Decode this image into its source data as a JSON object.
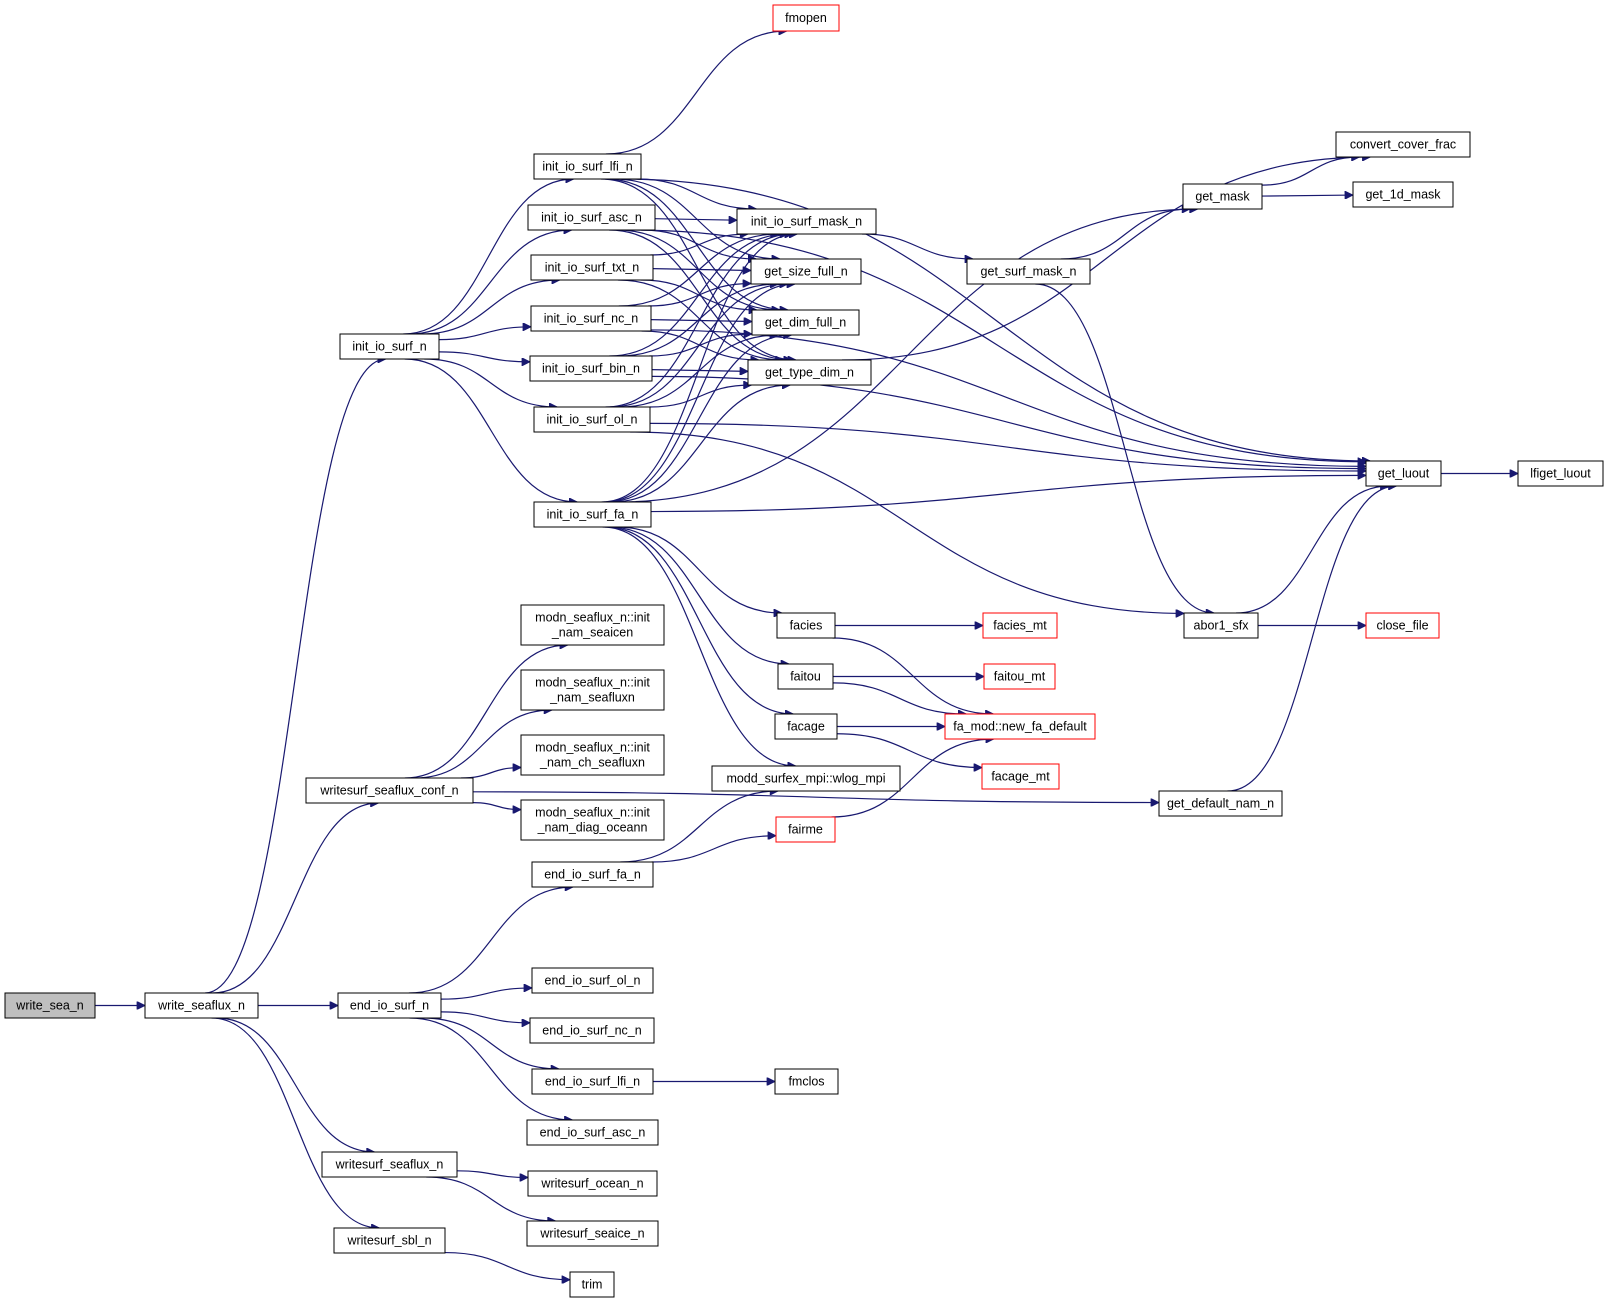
{
  "title": "Call graph of write_sea_n",
  "colors": {
    "edge": "#191970",
    "root_fill": "#bfbfbf",
    "node_border": "#000000",
    "external_border": "#ff0000",
    "node_fill": "#ffffff"
  },
  "nodes": [
    {
      "id": "write_sea_n",
      "label": "write_sea_n",
      "type": "root"
    },
    {
      "id": "write_seaflux_n",
      "label": "write_seaflux_n"
    },
    {
      "id": "init_io_surf_n",
      "label": "init_io_surf_n"
    },
    {
      "id": "writesurf_seaflux_conf_n",
      "label": "writesurf_seaflux_conf_n"
    },
    {
      "id": "end_io_surf_n",
      "label": "end_io_surf_n"
    },
    {
      "id": "writesurf_seaflux_n",
      "label": "writesurf_seaflux_n"
    },
    {
      "id": "writesurf_sbl_n",
      "label": "writesurf_sbl_n"
    },
    {
      "id": "init_io_surf_lfi_n",
      "label": "init_io_surf_lfi_n"
    },
    {
      "id": "init_io_surf_asc_n",
      "label": "init_io_surf_asc_n"
    },
    {
      "id": "init_io_surf_txt_n",
      "label": "init_io_surf_txt_n"
    },
    {
      "id": "init_io_surf_nc_n",
      "label": "init_io_surf_nc_n"
    },
    {
      "id": "init_io_surf_bin_n",
      "label": "init_io_surf_bin_n"
    },
    {
      "id": "init_io_surf_ol_n",
      "label": "init_io_surf_ol_n"
    },
    {
      "id": "init_io_surf_fa_n",
      "label": "init_io_surf_fa_n"
    },
    {
      "id": "init_nam_seaicen",
      "label": "modn_seaflux_n::init\n_nam_seaicen"
    },
    {
      "id": "init_nam_seafluxn",
      "label": "modn_seaflux_n::init\n_nam_seafluxn"
    },
    {
      "id": "init_nam_ch_seafluxn",
      "label": "modn_seaflux_n::init\n_nam_ch_seafluxn"
    },
    {
      "id": "init_nam_diag_oceann",
      "label": "modn_seaflux_n::init\n_nam_diag_oceann"
    },
    {
      "id": "end_io_surf_fa_n",
      "label": "end_io_surf_fa_n"
    },
    {
      "id": "end_io_surf_ol_n",
      "label": "end_io_surf_ol_n"
    },
    {
      "id": "end_io_surf_nc_n",
      "label": "end_io_surf_nc_n"
    },
    {
      "id": "end_io_surf_lfi_n",
      "label": "end_io_surf_lfi_n"
    },
    {
      "id": "end_io_surf_asc_n",
      "label": "end_io_surf_asc_n"
    },
    {
      "id": "writesurf_ocean_n",
      "label": "writesurf_ocean_n"
    },
    {
      "id": "writesurf_seaice_n",
      "label": "writesurf_seaice_n"
    },
    {
      "id": "trim",
      "label": "trim"
    },
    {
      "id": "fmopen",
      "label": "fmopen",
      "type": "external"
    },
    {
      "id": "init_io_surf_mask_n",
      "label": "init_io_surf_mask_n"
    },
    {
      "id": "get_size_full_n",
      "label": "get_size_full_n"
    },
    {
      "id": "get_dim_full_n",
      "label": "get_dim_full_n"
    },
    {
      "id": "get_type_dim_n",
      "label": "get_type_dim_n"
    },
    {
      "id": "facies",
      "label": "facies"
    },
    {
      "id": "faitou",
      "label": "faitou"
    },
    {
      "id": "facage",
      "label": "facage"
    },
    {
      "id": "wlog_mpi",
      "label": "modd_surfex_mpi::wlog_mpi"
    },
    {
      "id": "fairme",
      "label": "fairme",
      "type": "external"
    },
    {
      "id": "fmclos",
      "label": "fmclos"
    },
    {
      "id": "get_surf_mask_n",
      "label": "get_surf_mask_n"
    },
    {
      "id": "facies_mt",
      "label": "facies_mt",
      "type": "external"
    },
    {
      "id": "faitou_mt",
      "label": "faitou_mt",
      "type": "external"
    },
    {
      "id": "new_fa_default",
      "label": "fa_mod::new_fa_default",
      "type": "external"
    },
    {
      "id": "facage_mt",
      "label": "facage_mt",
      "type": "external"
    },
    {
      "id": "get_mask",
      "label": "get_mask"
    },
    {
      "id": "abor1_sfx",
      "label": "abor1_sfx"
    },
    {
      "id": "get_default_nam_n",
      "label": "get_default_nam_n"
    },
    {
      "id": "convert_cover_frac",
      "label": "convert_cover_frac"
    },
    {
      "id": "get_1d_mask",
      "label": "get_1d_mask"
    },
    {
      "id": "get_luout",
      "label": "get_luout"
    },
    {
      "id": "close_file",
      "label": "close_file",
      "type": "external"
    },
    {
      "id": "lfiget_luout",
      "label": "lfiget_luout"
    }
  ],
  "edges": [
    [
      "write_sea_n",
      "write_seaflux_n"
    ],
    [
      "write_seaflux_n",
      "init_io_surf_n"
    ],
    [
      "write_seaflux_n",
      "writesurf_seaflux_conf_n"
    ],
    [
      "write_seaflux_n",
      "end_io_surf_n"
    ],
    [
      "write_seaflux_n",
      "writesurf_seaflux_n"
    ],
    [
      "write_seaflux_n",
      "writesurf_sbl_n"
    ],
    [
      "init_io_surf_n",
      "init_io_surf_lfi_n"
    ],
    [
      "init_io_surf_n",
      "init_io_surf_asc_n"
    ],
    [
      "init_io_surf_n",
      "init_io_surf_txt_n"
    ],
    [
      "init_io_surf_n",
      "init_io_surf_nc_n"
    ],
    [
      "init_io_surf_n",
      "init_io_surf_bin_n"
    ],
    [
      "init_io_surf_n",
      "init_io_surf_ol_n"
    ],
    [
      "init_io_surf_n",
      "init_io_surf_fa_n"
    ],
    [
      "init_io_surf_lfi_n",
      "fmopen"
    ],
    [
      "init_io_surf_lfi_n",
      "get_luout"
    ],
    [
      "init_io_surf_lfi_n",
      "init_io_surf_mask_n"
    ],
    [
      "init_io_surf_lfi_n",
      "get_size_full_n"
    ],
    [
      "init_io_surf_lfi_n",
      "get_dim_full_n"
    ],
    [
      "init_io_surf_lfi_n",
      "get_type_dim_n"
    ],
    [
      "init_io_surf_asc_n",
      "init_io_surf_mask_n"
    ],
    [
      "init_io_surf_asc_n",
      "get_size_full_n"
    ],
    [
      "init_io_surf_asc_n",
      "get_dim_full_n"
    ],
    [
      "init_io_surf_asc_n",
      "get_type_dim_n"
    ],
    [
      "init_io_surf_asc_n",
      "get_luout"
    ],
    [
      "init_io_surf_txt_n",
      "init_io_surf_mask_n"
    ],
    [
      "init_io_surf_txt_n",
      "get_size_full_n"
    ],
    [
      "init_io_surf_txt_n",
      "get_dim_full_n"
    ],
    [
      "init_io_surf_txt_n",
      "get_type_dim_n"
    ],
    [
      "init_io_surf_nc_n",
      "init_io_surf_mask_n"
    ],
    [
      "init_io_surf_nc_n",
      "get_size_full_n"
    ],
    [
      "init_io_surf_nc_n",
      "get_dim_full_n"
    ],
    [
      "init_io_surf_nc_n",
      "get_type_dim_n"
    ],
    [
      "init_io_surf_nc_n",
      "get_luout"
    ],
    [
      "init_io_surf_bin_n",
      "init_io_surf_mask_n"
    ],
    [
      "init_io_surf_bin_n",
      "get_size_full_n"
    ],
    [
      "init_io_surf_bin_n",
      "get_dim_full_n"
    ],
    [
      "init_io_surf_bin_n",
      "get_type_dim_n"
    ],
    [
      "init_io_surf_bin_n",
      "get_luout"
    ],
    [
      "init_io_surf_ol_n",
      "init_io_surf_mask_n"
    ],
    [
      "init_io_surf_ol_n",
      "get_size_full_n"
    ],
    [
      "init_io_surf_ol_n",
      "get_dim_full_n"
    ],
    [
      "init_io_surf_ol_n",
      "get_type_dim_n"
    ],
    [
      "init_io_surf_ol_n",
      "get_luout"
    ],
    [
      "init_io_surf_ol_n",
      "abor1_sfx"
    ],
    [
      "init_io_surf_fa_n",
      "init_io_surf_mask_n"
    ],
    [
      "init_io_surf_fa_n",
      "get_size_full_n"
    ],
    [
      "init_io_surf_fa_n",
      "get_dim_full_n"
    ],
    [
      "init_io_surf_fa_n",
      "get_type_dim_n"
    ],
    [
      "init_io_surf_fa_n",
      "get_mask"
    ],
    [
      "init_io_surf_fa_n",
      "get_luout"
    ],
    [
      "init_io_surf_fa_n",
      "facies"
    ],
    [
      "init_io_surf_fa_n",
      "faitou"
    ],
    [
      "init_io_surf_fa_n",
      "facage"
    ],
    [
      "init_io_surf_fa_n",
      "wlog_mpi"
    ],
    [
      "writesurf_seaflux_conf_n",
      "init_nam_seaicen"
    ],
    [
      "writesurf_seaflux_conf_n",
      "init_nam_seafluxn"
    ],
    [
      "writesurf_seaflux_conf_n",
      "init_nam_ch_seafluxn"
    ],
    [
      "writesurf_seaflux_conf_n",
      "init_nam_diag_oceann"
    ],
    [
      "writesurf_seaflux_conf_n",
      "get_default_nam_n"
    ],
    [
      "end_io_surf_n",
      "end_io_surf_fa_n"
    ],
    [
      "end_io_surf_n",
      "end_io_surf_ol_n"
    ],
    [
      "end_io_surf_n",
      "end_io_surf_nc_n"
    ],
    [
      "end_io_surf_n",
      "end_io_surf_lfi_n"
    ],
    [
      "end_io_surf_n",
      "end_io_surf_asc_n"
    ],
    [
      "end_io_surf_fa_n",
      "wlog_mpi"
    ],
    [
      "end_io_surf_fa_n",
      "fairme"
    ],
    [
      "end_io_surf_lfi_n",
      "fmclos"
    ],
    [
      "writesurf_seaflux_n",
      "writesurf_ocean_n"
    ],
    [
      "writesurf_seaflux_n",
      "writesurf_seaice_n"
    ],
    [
      "writesurf_sbl_n",
      "trim"
    ],
    [
      "init_io_surf_mask_n",
      "get_surf_mask_n"
    ],
    [
      "get_type_dim_n",
      "convert_cover_frac"
    ],
    [
      "get_surf_mask_n",
      "get_mask"
    ],
    [
      "get_surf_mask_n",
      "abor1_sfx"
    ],
    [
      "get_mask",
      "convert_cover_frac"
    ],
    [
      "get_mask",
      "get_1d_mask"
    ],
    [
      "facies",
      "facies_mt"
    ],
    [
      "facies",
      "new_fa_default"
    ],
    [
      "faitou",
      "faitou_mt"
    ],
    [
      "faitou",
      "new_fa_default"
    ],
    [
      "facage",
      "new_fa_default"
    ],
    [
      "facage",
      "facage_mt"
    ],
    [
      "fairme",
      "new_fa_default"
    ],
    [
      "abor1_sfx",
      "get_luout"
    ],
    [
      "abor1_sfx",
      "close_file"
    ],
    [
      "get_default_nam_n",
      "get_luout"
    ],
    [
      "get_luout",
      "lfiget_luout"
    ]
  ]
}
